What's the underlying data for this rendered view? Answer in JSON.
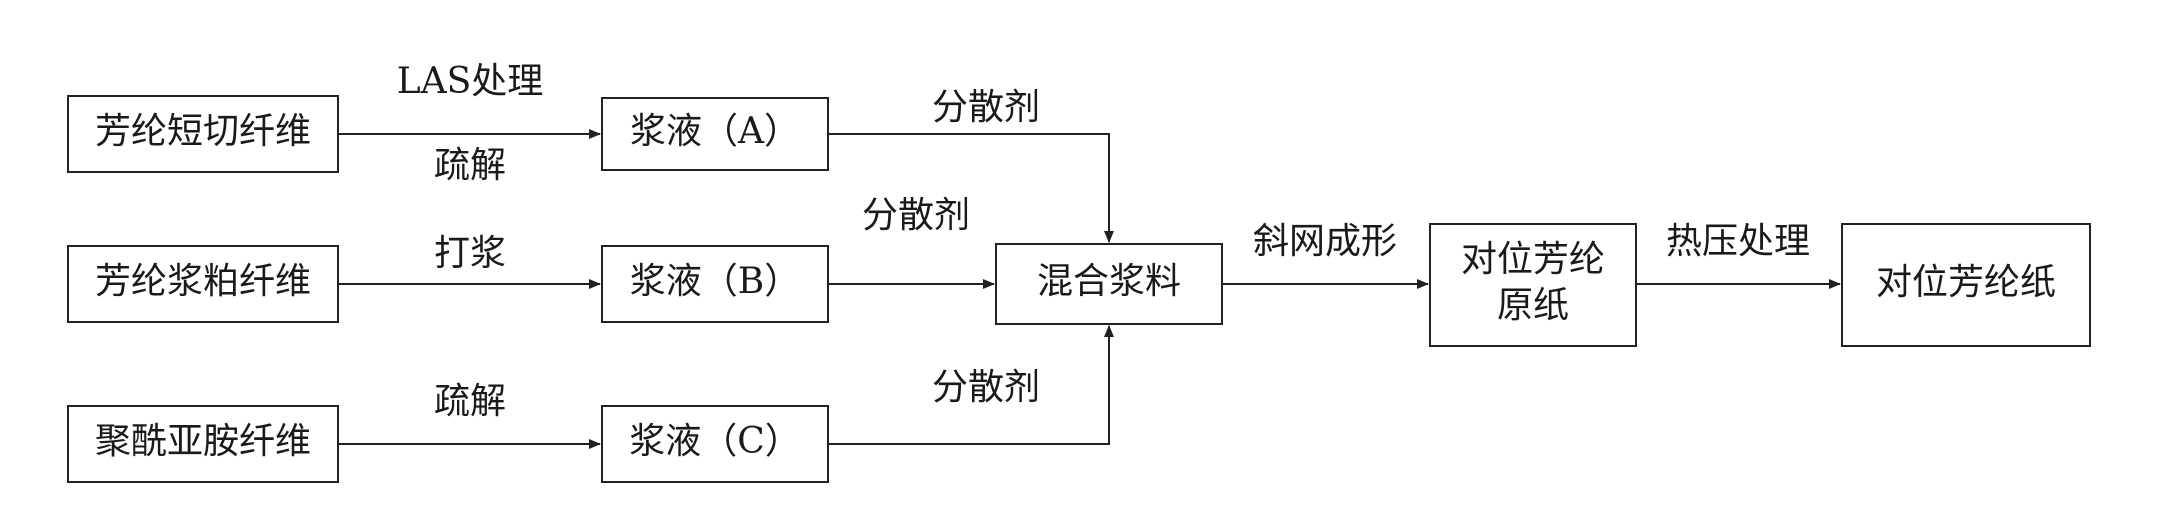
{
  "nodes": {
    "fiber_short": "芳纶短切纤维",
    "fiber_pulp": "芳纶浆粕纤维",
    "fiber_polyimide": "聚酰亚胺纤维",
    "slurry_a": "浆液（A）",
    "slurry_b": "浆液（B）",
    "slurry_c": "浆液（C）",
    "mixed_slurry": "混合浆料",
    "base_paper_line1": "对位芳纶",
    "base_paper_line2": "原纸",
    "final_paper": "对位芳纶纸"
  },
  "edge_labels": {
    "las_treatment": "LAS处理",
    "dissociation_a": "疏解",
    "beating": "打浆",
    "dissociation_c": "疏解",
    "dispersant_a": "分散剂",
    "dispersant_b": "分散剂",
    "dispersant_c": "分散剂",
    "inclined_wire_forming": "斜网成形",
    "hot_pressing": "热压处理"
  },
  "colors": {
    "stroke": "#222222",
    "text": "#1a1a1a",
    "background": "#ffffff"
  }
}
